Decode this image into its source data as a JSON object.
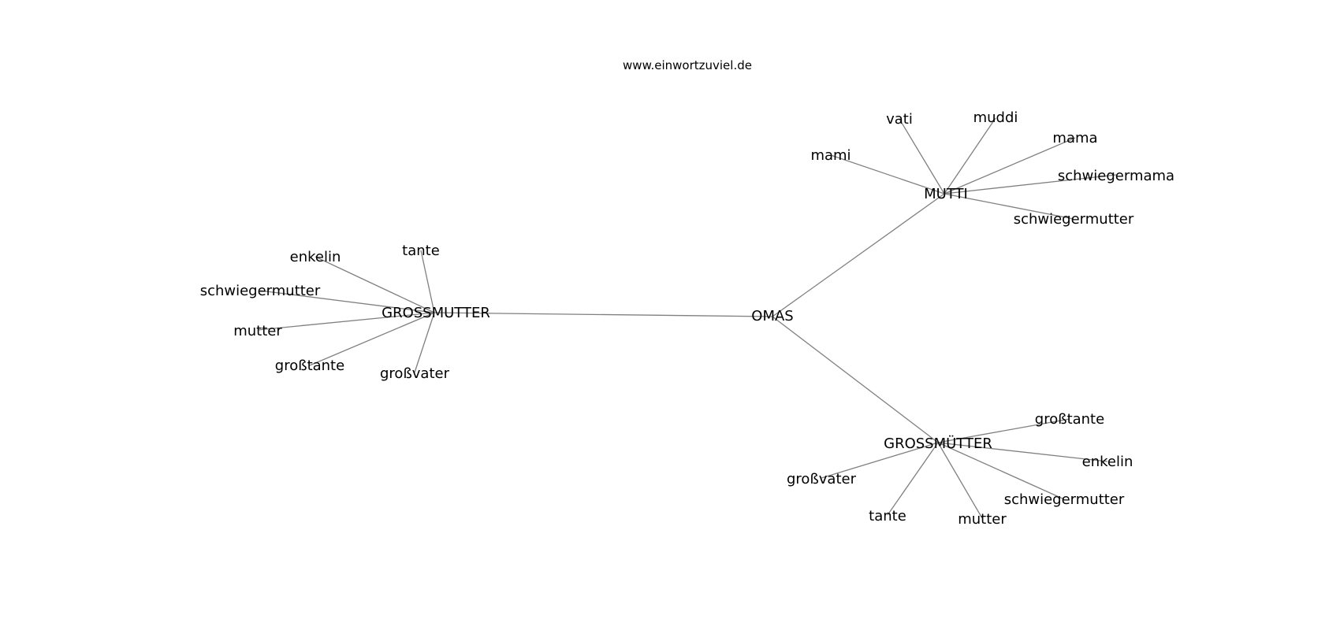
{
  "watermark": "www.einwortzuviel.de",
  "graph": {
    "root": "OMAS",
    "hubs": [
      {
        "label": "GROSSMUTTER",
        "leaves": [
          "enkelin",
          "tante",
          "schwiegermutter",
          "mutter",
          "großtante",
          "großvater"
        ]
      },
      {
        "label": "MUTTI",
        "leaves": [
          "vati",
          "muddi",
          "mami",
          "mama",
          "schwiegermama",
          "schwiegermutter"
        ]
      },
      {
        "label": "GROSSMÜTTER",
        "leaves": [
          "großtante",
          "enkelin",
          "großvater",
          "schwiegermutter",
          "tante",
          "mutter"
        ]
      }
    ]
  }
}
